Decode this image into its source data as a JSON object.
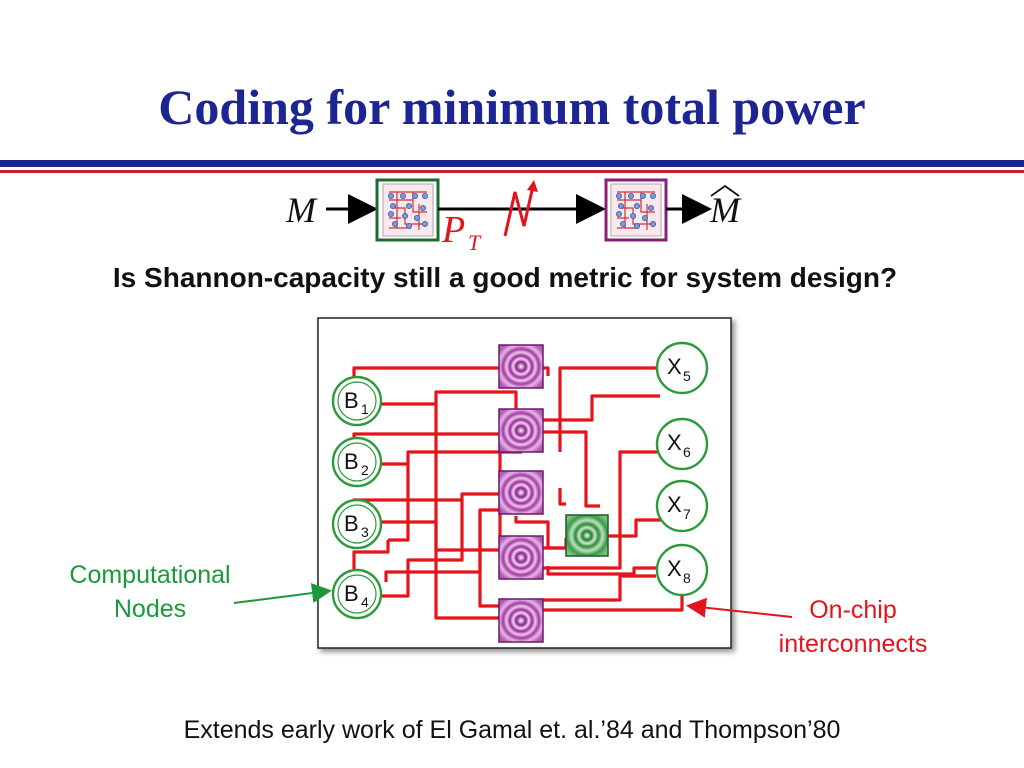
{
  "title": "Coding for minimum total power",
  "channel": {
    "input_label": "M",
    "output_label": "M",
    "power_label": "P",
    "power_subscript": "T"
  },
  "question": "Is Shannon-capacity still a good metric for system design?",
  "diagram": {
    "computational_nodes": [
      {
        "letter": "B",
        "index": "1"
      },
      {
        "letter": "B",
        "index": "2"
      },
      {
        "letter": "B",
        "index": "3"
      },
      {
        "letter": "B",
        "index": "4"
      }
    ],
    "output_nodes": [
      {
        "letter": "X",
        "index": "5"
      },
      {
        "letter": "X",
        "index": "6"
      },
      {
        "letter": "X",
        "index": "7"
      },
      {
        "letter": "X",
        "index": "8"
      }
    ],
    "colors": {
      "wire": "#e3141b",
      "node_ring": "#2a9a3a",
      "purple_block": "#9b2a9b",
      "green_block": "#2a8a3a"
    }
  },
  "annotations": {
    "computational_nodes_line1": "Computational",
    "computational_nodes_line2": "Nodes",
    "interconnects_line1": "On-chip",
    "interconnects_line2": "interconnects"
  },
  "footer": "Extends early work of El Gamal et. al.’84 and Thompson’80",
  "colors": {
    "title": "#1c2591",
    "rule_navy": "#1c2591",
    "rule_red": "#c8202b",
    "annotation_green": "#1a9a3a",
    "annotation_red": "#e3141b"
  }
}
